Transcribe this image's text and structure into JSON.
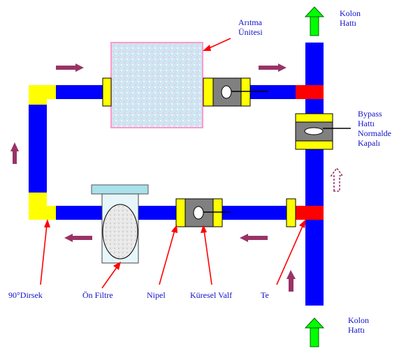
{
  "labels": {
    "kolon_top_1": "Kolon",
    "kolon_top_2": "Hattı",
    "aritma_1": "Arıtma",
    "aritma_2": "Ünitesi",
    "bypass_1": "Bypass",
    "bypass_2": "Hattı",
    "bypass_3": "Normalde",
    "bypass_4": "Kapalı",
    "dirsek": "90°Dirsek",
    "on_filtre": "Ön Filtre",
    "nipel": "Nipel",
    "kuresel_valf": "Küresel Valf",
    "te": "Te",
    "kolon_bot_1": "Kolon",
    "kolon_bot_2": "Hattı"
  },
  "colors": {
    "pipe": "#0000ff",
    "fitting": "#ffff00",
    "tee": "#ff0000",
    "valve_body": "#808080",
    "flow_arrow": "#993366",
    "column_arrow": "#00ff00",
    "leader": "#ff0000",
    "label_text": "#1010c8",
    "treatment_border": "#ff99cc",
    "treatment_fill": "#cfe6f2",
    "filter_housing": "#e6f6fb"
  },
  "icons": {
    "flow_arrow": "right-arrow-icon",
    "column_arrow": "up-arrow-icon",
    "bypass_flow": "dashed-up-arrow-icon"
  }
}
